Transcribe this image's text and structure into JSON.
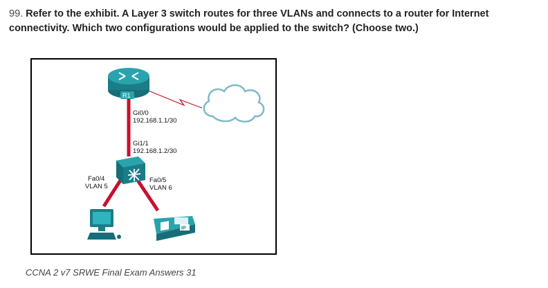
{
  "question": {
    "number": "99.",
    "text": "Refer to the exhibit. A Layer 3 switch routes for three VLANs and connects to a router for Internet connectivity. Which two configurations would be applied to the switch? (Choose two.)"
  },
  "exhibit": {
    "router_label": "R1",
    "router_interface": "Gi0/0",
    "router_ip": "192.168.1.1/30",
    "switch_interface": "Gi1/1",
    "switch_ip": "192.168.1.2/30",
    "left_port": "Fa0/4",
    "left_vlan": "VLAN 5",
    "right_port": "Fa0/5",
    "right_vlan": "VLAN 6",
    "phone_badge": "IP",
    "colors": {
      "device_teal": "#1f8e99",
      "link_red": "#c8102e",
      "cloud_stroke": "#7fb9c8"
    }
  },
  "caption": "CCNA 2 v7 SRWE Final Exam Answers 31"
}
